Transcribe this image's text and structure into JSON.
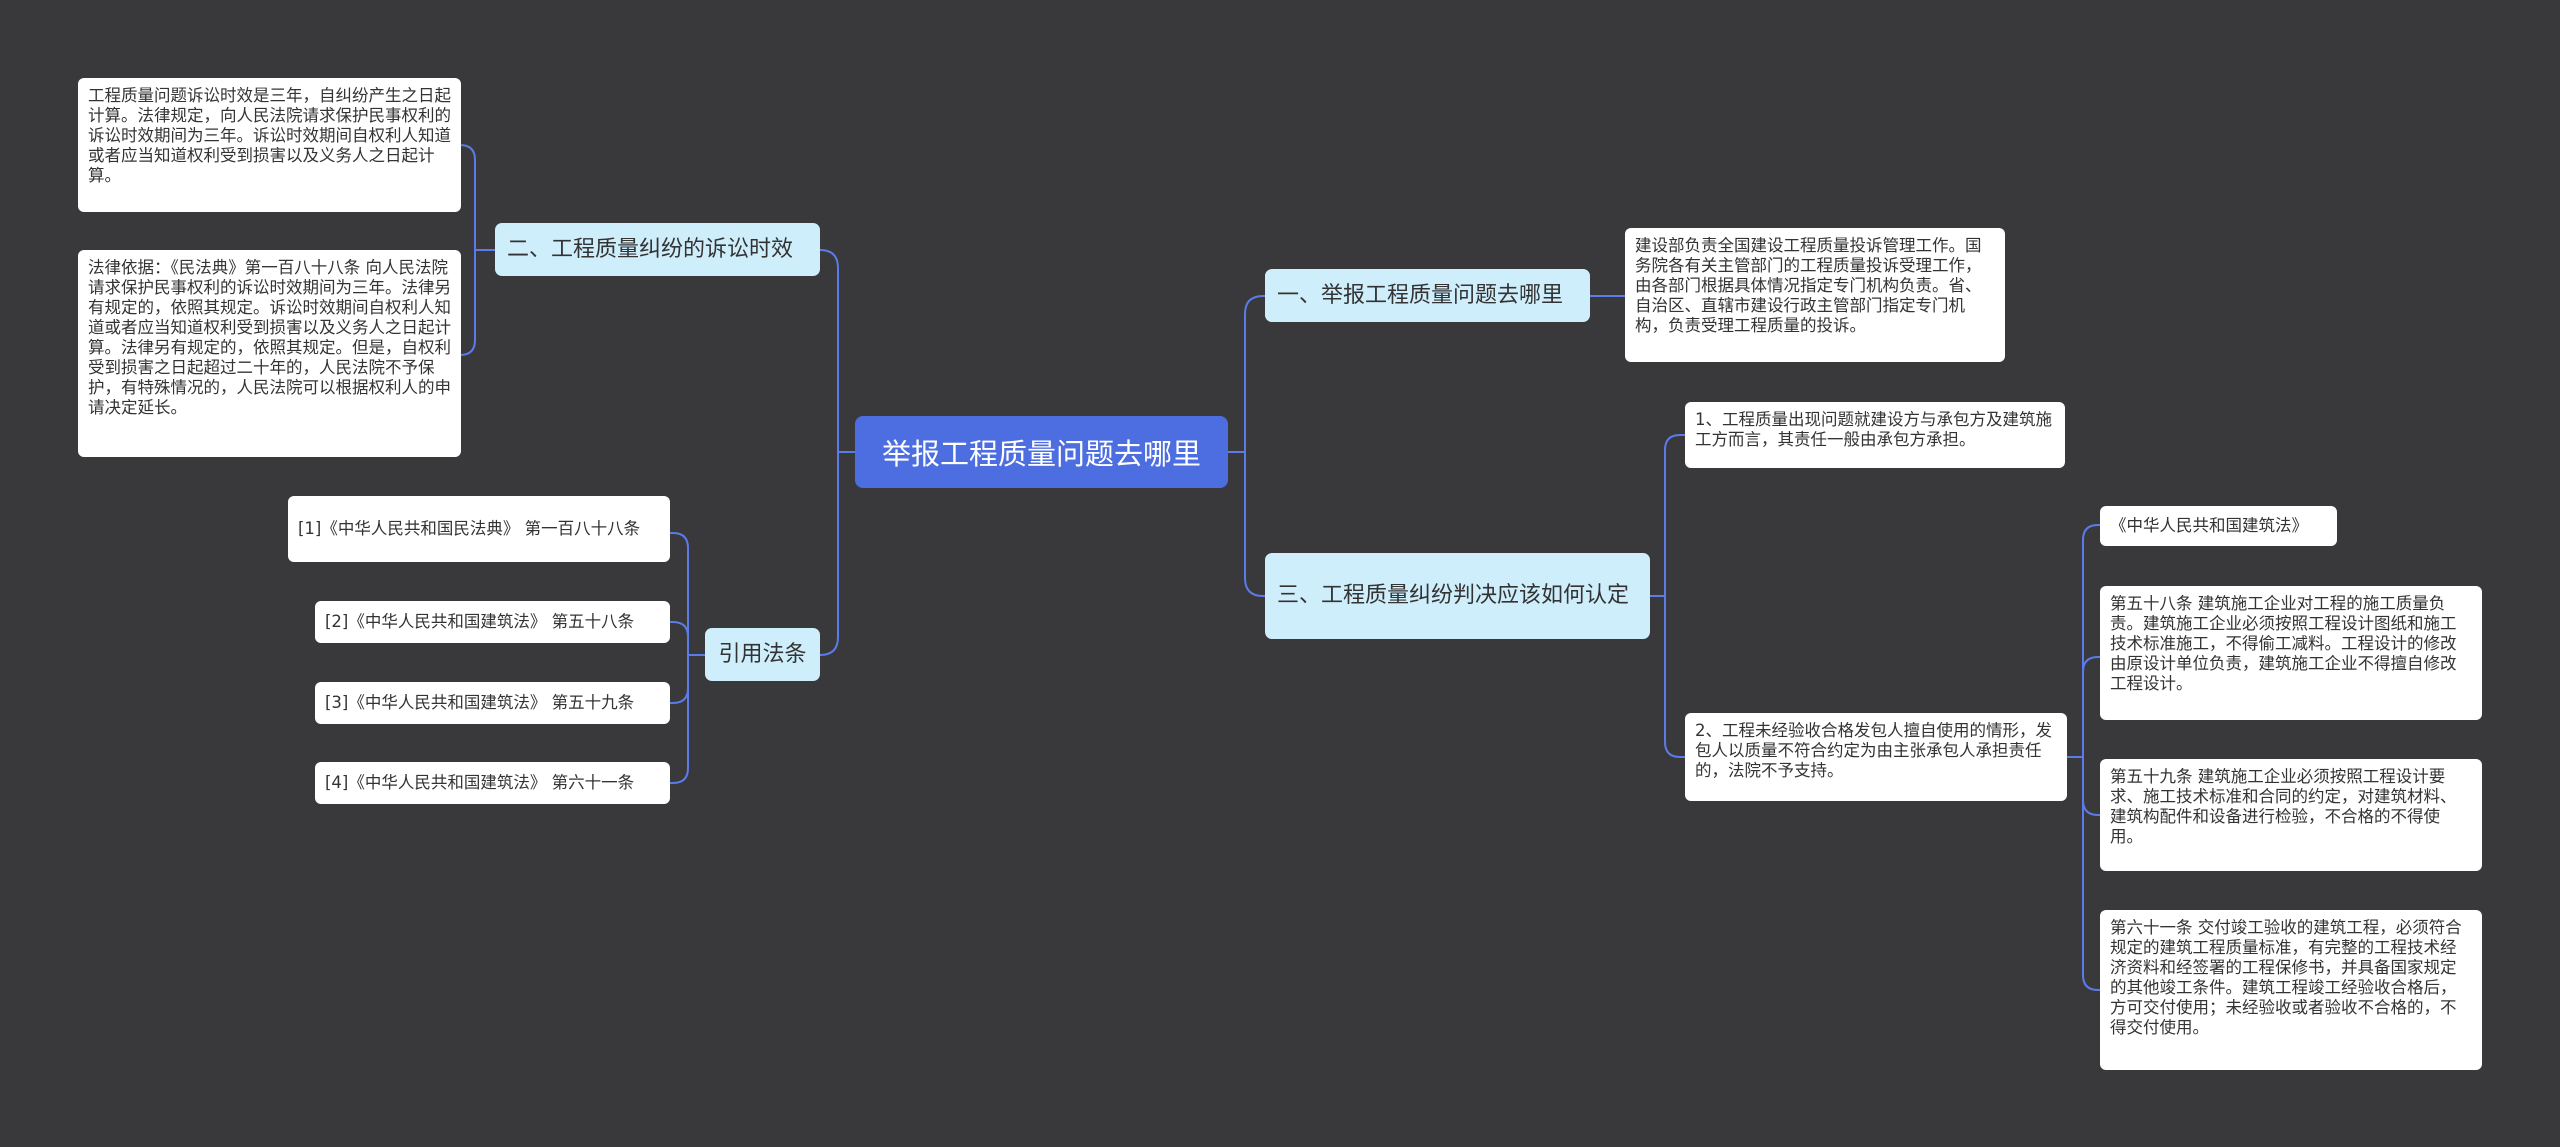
{
  "root": {
    "label": "举报工程质量问题去哪里"
  },
  "branches": {
    "b1": {
      "label": "一、举报工程质量问题去哪里",
      "text": "建设部负责全国建设工程质量投诉管理工作。国务院各有关主管部门的工程质量投诉受理工作，由各部门根据具体情况指定专门机构负责。省、自治区、直辖市建设行政主管部门指定专门机构，负责受理工程质量的投诉。"
    },
    "b2": {
      "label": "二、工程质量纠纷的诉讼时效",
      "items": [
        "工程质量问题诉讼时效是三年，自纠纷产生之日起计算。法律规定，向人民法院请求保护民事权利的诉讼时效期间为三年。诉讼时效期间自权利人知道或者应当知道权利受到损害以及义务人之日起计算。",
        "法律依据：《民法典》第一百八十八条 向人民法院请求保护民事权利的诉讼时效期间为三年。法律另有规定的，依照其规定。诉讼时效期间自权利人知道或者应当知道权利受到损害以及义务人之日起计算。法律另有规定的，依照其规定。但是，自权利受到损害之日起超过二十年的，人民法院不予保护，有特殊情况的，人民法院可以根据权利人的申请决定延长。"
      ]
    },
    "b3": {
      "label": "三、工程质量纠纷判决应该如何认定",
      "items": [
        "1、工程质量出现问题就建设方与承包方及建筑施工方而言，其责任一般由承包方承担。",
        "2、工程未经验收合格发包人擅自使用的情形，发包人以质量不符合约定为由主张承包人承担责任的，法院不予支持。"
      ],
      "sub": [
        "《中华人民共和国建筑法》",
        "第五十八条 建筑施工企业对工程的施工质量负责。建筑施工企业必须按照工程设计图纸和施工技术标准施工，不得偷工减料。工程设计的修改由原设计单位负责，建筑施工企业不得擅自修改工程设计。",
        "第五十九条 建筑施工企业必须按照工程设计要求、施工技术标准和合同的约定，对建筑材料、建筑构配件和设备进行检验，不合格的不得使用。",
        "第六十一条 交付竣工验收的建筑工程，必须符合规定的建筑工程质量标准，有完整的工程技术经济资料和经签署的工程保修书，并具备国家规定的其他竣工条件。建筑工程竣工经验收合格后，方可交付使用；未经验收或者验收不合格的，不得交付使用。"
      ]
    },
    "b4": {
      "label": "引用法条",
      "items": [
        "[1]《中华人民共和国民法典》 第一百八十八条",
        "[2]《中华人民共和国建筑法》 第五十八条",
        "[3]《中华人民共和国建筑法》 第五十九条",
        "[4]《中华人民共和国建筑法》 第六十一条"
      ]
    }
  },
  "colors": {
    "background": "#39393c",
    "root_fill": "#4d6ee0",
    "branch_fill": "#cfeefb",
    "leaf_fill": "#ffffff",
    "connector": "#5b7be8"
  }
}
